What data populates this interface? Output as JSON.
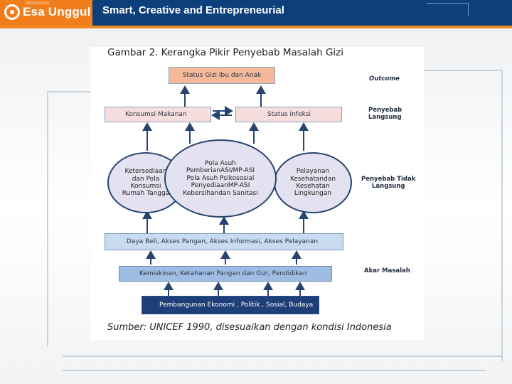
{
  "header": {
    "logo_small": "UNIVERSITAS",
    "logo_text": "Esa Unggul",
    "tagline": "Smart, Creative and Entrepreneurial"
  },
  "figure": {
    "title": "Gambar 2.  Kerangka Pikir Penyebab Masalah Gizi",
    "source": "Sumber: UNICEF 1990, disesuaikan dengan kondisi Indonesia",
    "outcome_box": "Status Gizi Ibu dan Anak",
    "konsumsi_box": "Konsumsi Makanan",
    "infeksi_box": "Status Infeksi",
    "left_ellipse": [
      "Ketersediaan",
      "dan Pola",
      "Konsumsi",
      "Rumah Tangga"
    ],
    "center_ellipse": [
      "Pola Asuh",
      "PemberianASI/MP-ASI",
      "Pola Asuh Psikososial",
      "PenyediaanMP-ASI",
      "Kebersihandan Sanitasi"
    ],
    "right_ellipse": [
      "Pelayanan",
      "Kesehatandan",
      "Kesehatan",
      "Lingkungan"
    ],
    "daya_beli_box": "Daya Beli, Akses Pangan, Akses Informasi, Akses Pelayanan",
    "kemiskinan_box": "Kemiskinan, Ketahanan Pangan dan Gizi, Pendidikan",
    "pembangunan_box": "Pembangunan   Ekonomi , Politik , Sosial, Budaya",
    "labels": {
      "outcome": "Outcome",
      "langsung": [
        "Penyebab",
        "Langsung"
      ],
      "tidak_langsung": [
        "Penyebab Tidak",
        "Langsung"
      ],
      "akar": "Akar Masalah"
    }
  },
  "colors": {
    "header_bg": "#0d3f7a",
    "logo_orange": "#f07e1c",
    "outcome_fill": "#f4b99a",
    "pink_fill": "#f6dedf",
    "ellipse_fill": "#e4e2f0",
    "dark_box": "#1f3f78"
  }
}
